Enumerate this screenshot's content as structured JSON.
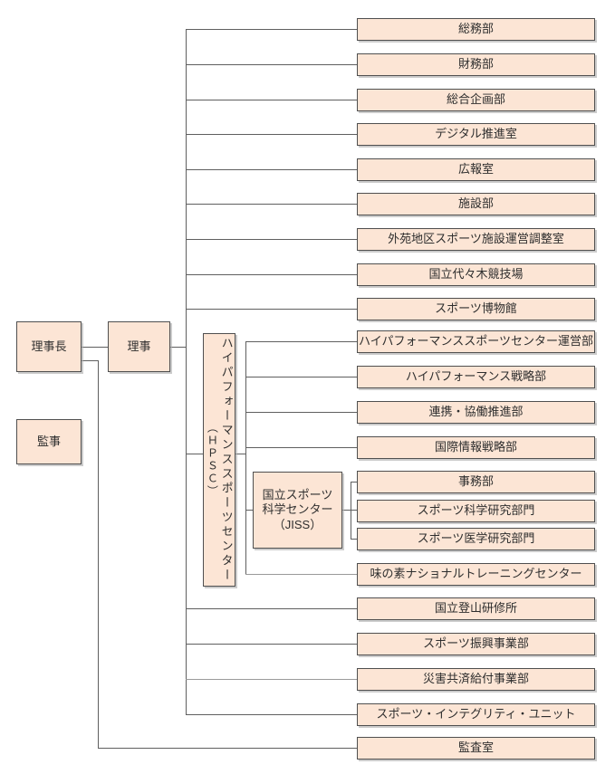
{
  "org_chart": {
    "president": "理事長",
    "directors": "理事",
    "auditor": "監事",
    "hpsc": {
      "name": "ハイパフォーマンススポーツセンター",
      "abbr": "（ＨＰＳＣ）"
    },
    "jiss": {
      "line1": "国立スポーツ",
      "line2": "科学センター",
      "line3": "（JISS）"
    },
    "departments": [
      {
        "label": "総務部"
      },
      {
        "label": "財務部"
      },
      {
        "label": "総合企画部"
      },
      {
        "label": "デジタル推進室"
      },
      {
        "label": "広報室"
      },
      {
        "label": "施設部"
      },
      {
        "label": "外苑地区スポーツ施設運営調整室"
      },
      {
        "label": "国立代々木競技場"
      },
      {
        "label": "スポーツ博物館"
      },
      {
        "label": "ハイパフォーマンススポーツセンター運営部"
      },
      {
        "label": "ハイパフォーマンス戦略部"
      },
      {
        "label": "連携・協働推進部"
      },
      {
        "label": "国際情報戦略部"
      },
      {
        "label": "事務部"
      },
      {
        "label": "スポーツ科学研究部門"
      },
      {
        "label": "スポーツ医学研究部門"
      },
      {
        "label": "味の素ナショナルトレーニングセンター"
      },
      {
        "label": "国立登山研修所"
      },
      {
        "label": "スポーツ振興事業部"
      },
      {
        "label": "災害共済給付事業部"
      },
      {
        "label": "スポーツ・インテグリティ・ユニット"
      },
      {
        "label": "監査室"
      }
    ],
    "colors": {
      "box_fill": "#FCE5D5",
      "box_border": "#4F4F4F",
      "connector": "#5F5F5F",
      "text": "#2E2E2E"
    }
  }
}
